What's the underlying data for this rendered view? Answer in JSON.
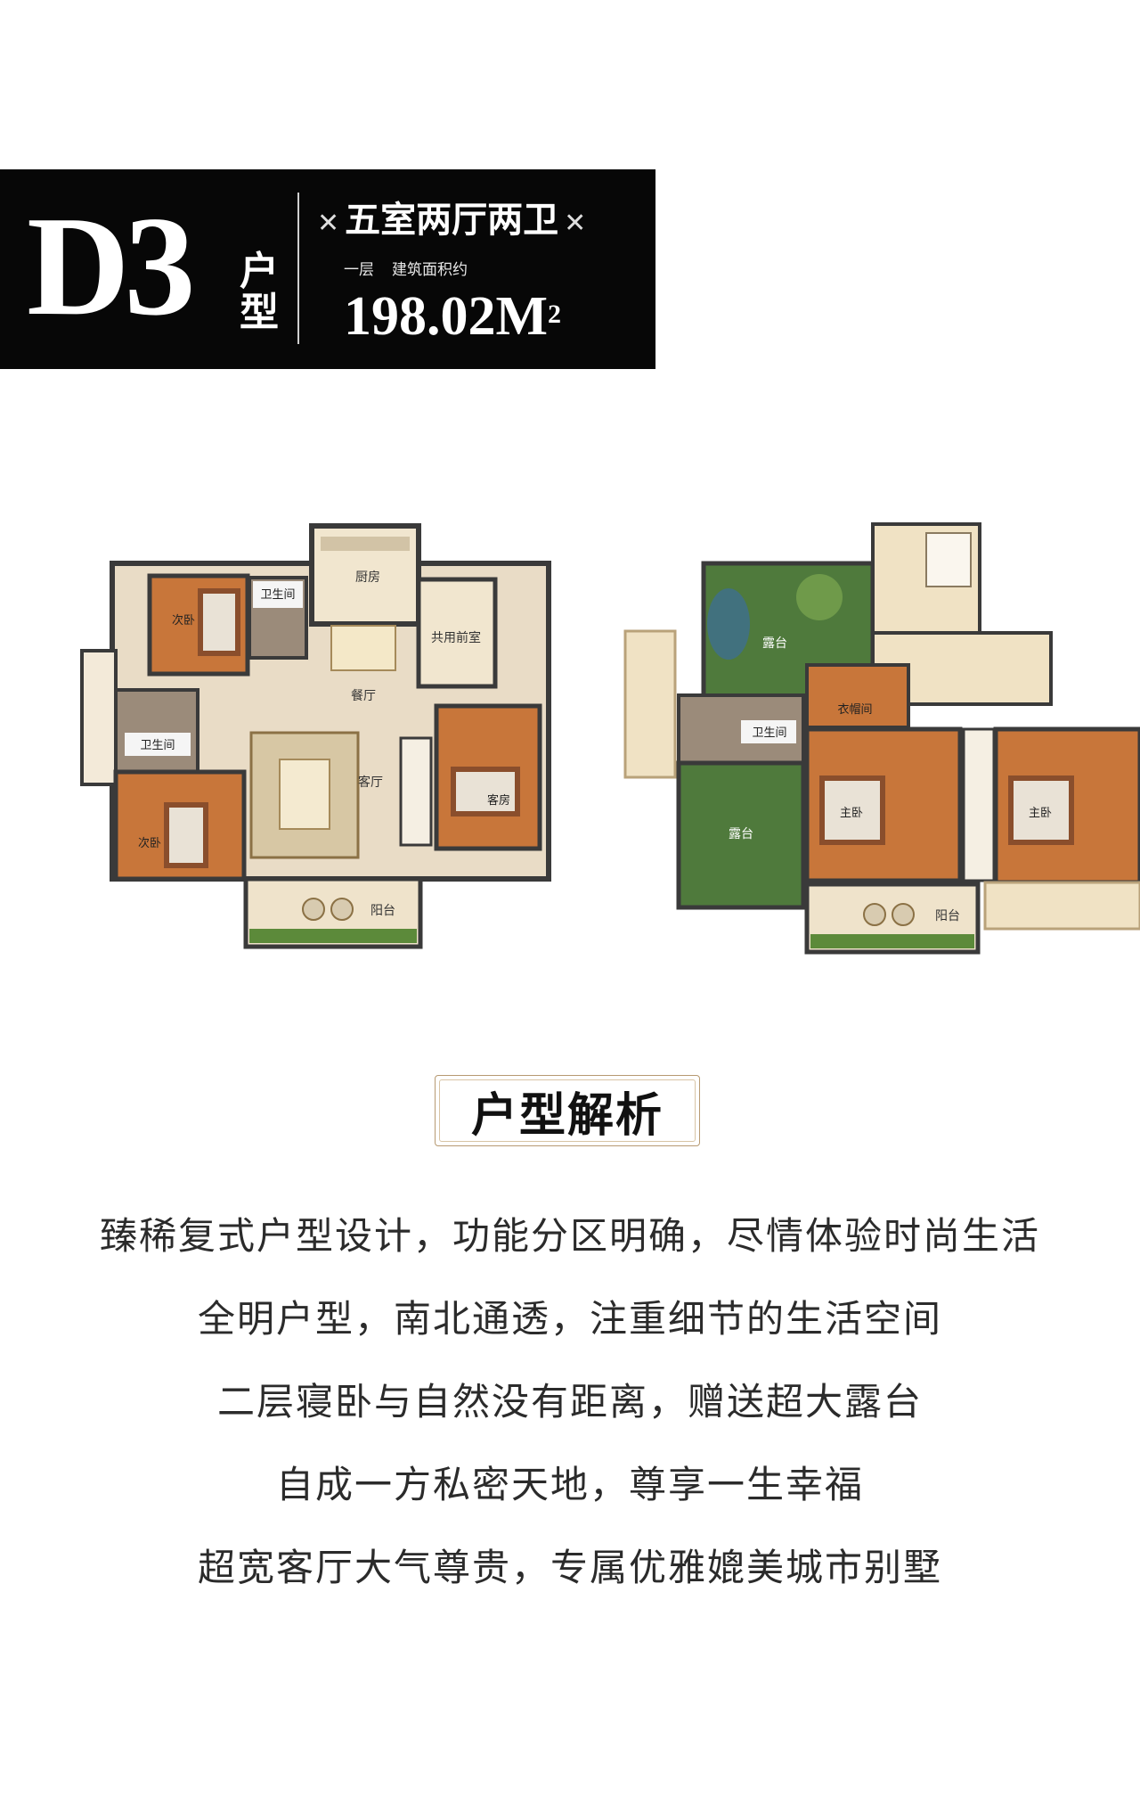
{
  "header": {
    "code": "D3",
    "type_word": "户型",
    "layout": "五室两厅两卫",
    "floor_label": "一层",
    "area_label": "建筑面积约",
    "area_value": "198.02M",
    "area_unit_sup": "2"
  },
  "floor1": {
    "rooms": {
      "bath_top": "卫生间",
      "kitchen": "厨房",
      "entry": "共用前室",
      "bedroom_tl": "次卧",
      "dining": "餐厅",
      "bath_left": "卫生间",
      "living": "客厅",
      "guest": "客房",
      "bedroom_bl": "次卧",
      "balcony": "阳台"
    }
  },
  "floor2": {
    "rooms": {
      "terrace_top": "露台",
      "bath": "卫生间",
      "closet": "衣帽间",
      "terrace_bottom": "露台",
      "master1": "主卧",
      "master2": "主卧",
      "balcony": "阳台"
    }
  },
  "section_title": "户型解析",
  "description": [
    "臻稀复式户型设计，功能分区明确，尽情体验时尚生活",
    "全明户型，南北通透，注重细节的生活空间",
    "二层寝卧与自然没有距离，赠送超大露台",
    "自成一方私密天地，尊享一生幸福",
    "超宽客厅大气尊贵，专属优雅媲美城市别墅"
  ],
  "colors": {
    "banner_bg": "#070707",
    "floor_wood": "#c8763a",
    "floor_tile": "#e9dcc6",
    "grass": "#4f7a3c",
    "wall": "#3a3a3a"
  }
}
